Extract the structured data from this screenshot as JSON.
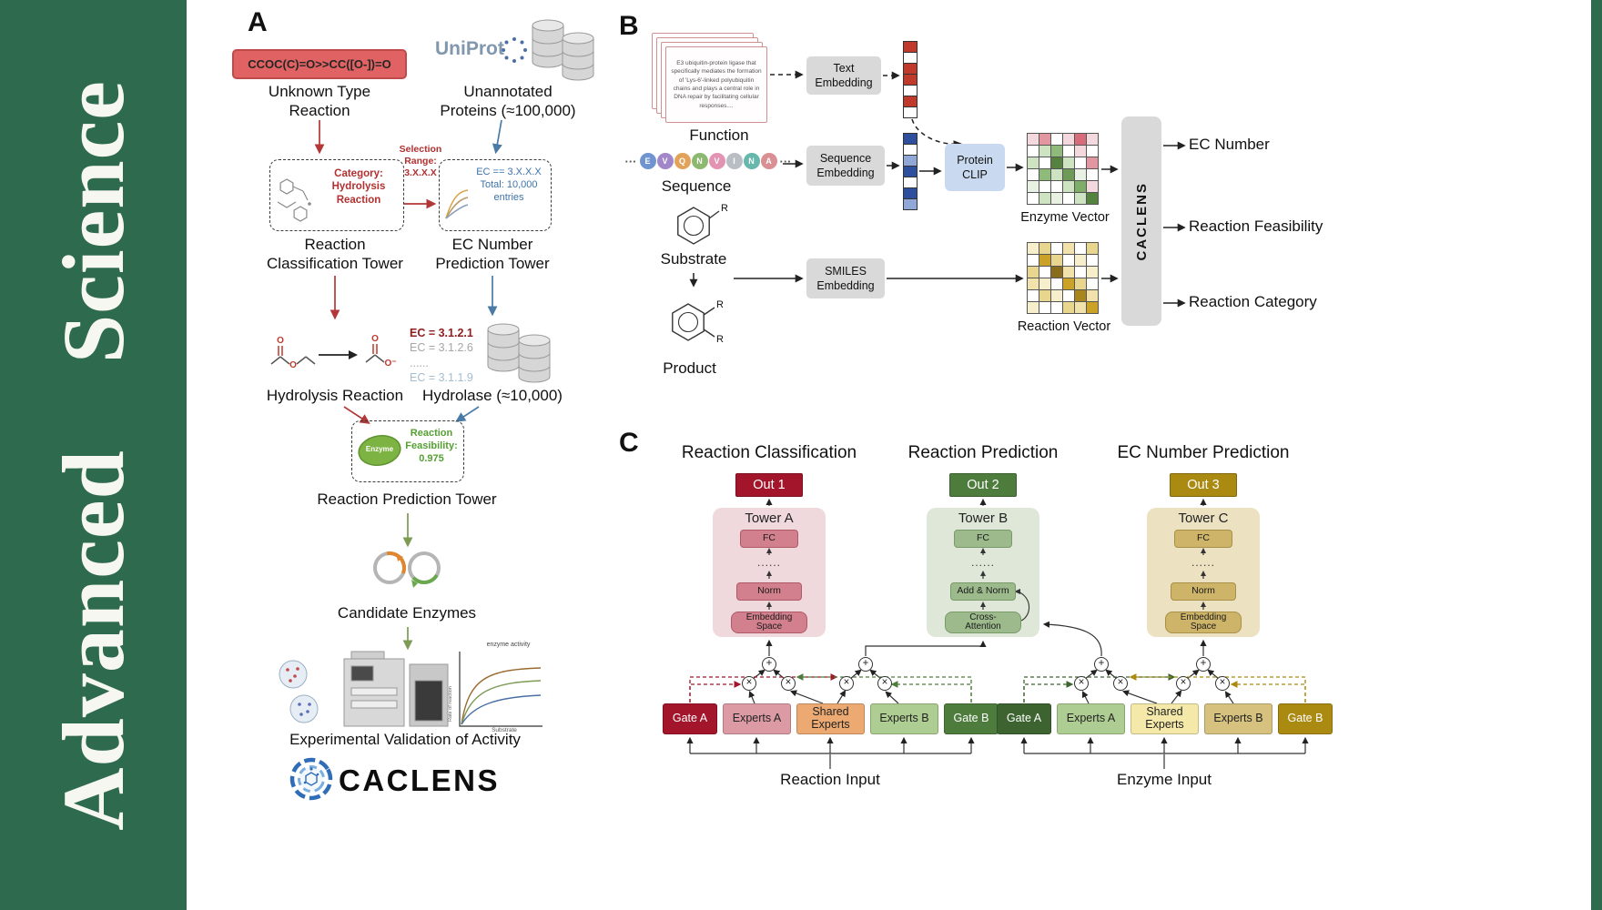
{
  "journal": {
    "name": "Advanced  Science"
  },
  "colors": {
    "banner_green": "#2e6b4e",
    "arrow_red": "#b23737",
    "arrow_blue": "#4a7aa6",
    "arrow_olive": "#7d9b55",
    "smiles_box_bg": "#e06262",
    "smiles_box_border": "#bf4a4a",
    "uniprot_blue": "#8097ad",
    "ec_text_blue": "#3f73a8",
    "category_red": "#b23030",
    "feasibility_green": "#55a032"
  },
  "icons": {
    "sum_node": "+",
    "product_node": "×"
  },
  "panelA": {
    "label": "A",
    "smiles": "CCOC(C)=O>>CC([O-])=O",
    "unknown_reaction": "Unknown Type\nReaction",
    "uniprot": "UniProt",
    "unannotated": "Unannotated\nProteins (≈100,000)",
    "category_box": "Category:\nHydrolysis\nReaction",
    "selection_range": "Selection\nRange:\n3.X.X.X",
    "ec_box": "EC == 3.X.X.X\nTotal: 10,000\nentries",
    "classification_tower": "Reaction\nClassification Tower",
    "ec_tower": "EC Number\nPrediction Tower",
    "hydrolysis_reaction": "Hydrolysis Reaction",
    "ec_list": [
      {
        "text": "EC = 3.1.2.1",
        "color": "#8f1d1d",
        "bold": true
      },
      {
        "text": "EC = 3.1.2.6",
        "color": "#a6a6a6"
      },
      {
        "text": "......",
        "color": "#a6a6a6"
      },
      {
        "text": "EC = 3.1.1.9",
        "color": "#a3bdd1"
      }
    ],
    "hydrolase": "Hydrolase (≈10,000)",
    "enzyme_blob": "Enzyme",
    "feasibility": "Reaction\nFeasibility:\n0.975",
    "prediction_tower": "Reaction Prediction Tower",
    "candidate_enzymes": "Candidate Enzymes",
    "o_atom": "O",
    "o_minus_atom": "O⁻",
    "graph_title": "enzyme activity",
    "graph_ylabel": "Rate of reaction",
    "graph_xlabel": "Substrate",
    "experimental": "Experimental Validation of Activity",
    "caclens_wordmark": "CACLENS"
  },
  "panelB": {
    "label": "B",
    "function_card": "E3 ubiquitin-protein ligase that specifically mediates the formation of 'Lys-6'-linked polyubiquitin chains and plays a central role in DNA repair by facilitating cellular responses....",
    "function_label": "Function",
    "text_embedding": "Text\nEmbedding",
    "ellipsis": "···",
    "sequence_letters": [
      {
        "ch": "E",
        "bg": "#6f94cf"
      },
      {
        "ch": "V",
        "bg": "#a187c9"
      },
      {
        "ch": "Q",
        "bg": "#e3a25a"
      },
      {
        "ch": "N",
        "bg": "#8cb870"
      },
      {
        "ch": "V",
        "bg": "#e294b2"
      },
      {
        "ch": "I",
        "bg": "#b9bec4"
      },
      {
        "ch": "N",
        "bg": "#66b8ac"
      },
      {
        "ch": "A",
        "bg": "#d98f93"
      }
    ],
    "sequence_label": "Sequence",
    "sequence_embedding": "Sequence\nEmbedding",
    "protein_clip": "Protein\nCLIP",
    "enzyme_vector_label": "Enzyme Vector",
    "substrate_label": "Substrate",
    "product_label": "Product",
    "r_label": "R",
    "smiles_embedding": "SMILES\nEmbedding",
    "reaction_vector_label": "Reaction Vector",
    "caclens_bar": "CACLENS",
    "outputs": [
      "EC Number",
      "Reaction Feasibility",
      "Reaction Category"
    ],
    "text_vector_cells": [
      "#c0392b",
      "#ffffff",
      "#c0392b",
      "#c0392b",
      "#ffffff",
      "#c0392b",
      "#ffffff"
    ],
    "seq_vector_cells": [
      "#2e4f9e",
      "#ffffff",
      "#8fa8d8",
      "#2e4f9e",
      "#ffffff",
      "#2e4f9e",
      "#8fa8d8"
    ],
    "enzyme_matrix": [
      [
        "#f3d9dd",
        "#e2969f",
        "#ffffff",
        "#f3d9dd",
        "#d96c7b",
        "#f3d9dd"
      ],
      [
        "#ffffff",
        "#cde3c1",
        "#8fbb7a",
        "#ffffff",
        "#f3d9dd",
        "#ffffff"
      ],
      [
        "#cde3c1",
        "#ffffff",
        "#55833f",
        "#cde3c1",
        "#ffffff",
        "#e2969f"
      ],
      [
        "#ffffff",
        "#8fbb7a",
        "#cde3c1",
        "#6d9a57",
        "#e8f1e2",
        "#ffffff"
      ],
      [
        "#e8f1e2",
        "#ffffff",
        "#ffffff",
        "#cde3c1",
        "#7fae69",
        "#f3d9dd"
      ],
      [
        "#ffffff",
        "#cde3c1",
        "#e8f1e2",
        "#ffffff",
        "#cde3c1",
        "#55833f"
      ]
    ],
    "reaction_matrix": [
      [
        "#f7eecb",
        "#e9d68e",
        "#ffffff",
        "#f1e2ab",
        "#ffffff",
        "#e9d68e"
      ],
      [
        "#ffffff",
        "#c9a227",
        "#e9d68e",
        "#ffffff",
        "#f7eecb",
        "#ffffff"
      ],
      [
        "#e9d68e",
        "#ffffff",
        "#8a6d1a",
        "#f1e2ab",
        "#ffffff",
        "#f7eecb"
      ],
      [
        "#f1e2ab",
        "#f7eecb",
        "#ffffff",
        "#c9a227",
        "#e9d68e",
        "#ffffff"
      ],
      [
        "#ffffff",
        "#e9d68e",
        "#f7eecb",
        "#ffffff",
        "#a9861c",
        "#f1e2ab"
      ],
      [
        "#f7eecb",
        "#ffffff",
        "#ffffff",
        "#e9d68e",
        "#f1e2ab",
        "#c9a227"
      ]
    ]
  },
  "panelC": {
    "label": "C",
    "towers": [
      {
        "title": "Reaction Classification",
        "out": "Out 1",
        "tower_name": "Tower A",
        "fc": "FC",
        "dots": "......",
        "norm": "Norm",
        "bottom": "Embedding\nSpace",
        "out_bg": "#a2152b",
        "bg": "#f0d9dc",
        "box_bg": "#d2808d",
        "box_border": "#b05a68"
      },
      {
        "title": "Reaction Prediction",
        "out": "Out 2",
        "tower_name": "Tower B",
        "fc": "FC",
        "dots": "......",
        "norm": "Add & Norm",
        "bottom": "Cross-\nAttention",
        "out_bg": "#4d7c3c",
        "bg": "#dfe8d8",
        "box_bg": "#9cba8c",
        "box_border": "#7a9a6a"
      },
      {
        "title": "EC Number Prediction",
        "out": "Out 3",
        "tower_name": "Tower C",
        "fc": "FC",
        "dots": "......",
        "norm": "Norm",
        "bottom": "Embedding\nSpace",
        "out_bg": "#ab8a12",
        "bg": "#ece2c2",
        "box_bg": "#cdb468",
        "box_border": "#a89048"
      }
    ],
    "moe_groups": [
      {
        "input_label": "Reaction Input",
        "boxes": [
          {
            "label": "Gate A",
            "bg": "#a2152b",
            "fg": "#ffffff"
          },
          {
            "label": "Experts A",
            "bg": "#dc9aa4",
            "fg": "#222222"
          },
          {
            "label": "Shared\nExperts",
            "bg": "#ecaa72",
            "fg": "#222222"
          },
          {
            "label": "Experts B",
            "bg": "#aecd92",
            "fg": "#222222"
          },
          {
            "label": "Gate B",
            "bg": "#4d7c3c",
            "fg": "#ffffff"
          }
        ]
      },
      {
        "input_label": "Enzyme Input",
        "boxes": [
          {
            "label": "Gate A",
            "bg": "#3d6430",
            "fg": "#ffffff"
          },
          {
            "label": "Experts A",
            "bg": "#aecd92",
            "fg": "#222222"
          },
          {
            "label": "Shared\nExperts",
            "bg": "#f4e9a8",
            "fg": "#222222"
          },
          {
            "label": "Experts B",
            "bg": "#d6c27e",
            "fg": "#222222"
          },
          {
            "label": "Gate B",
            "bg": "#ab8a12",
            "fg": "#ffffff"
          }
        ]
      }
    ]
  }
}
